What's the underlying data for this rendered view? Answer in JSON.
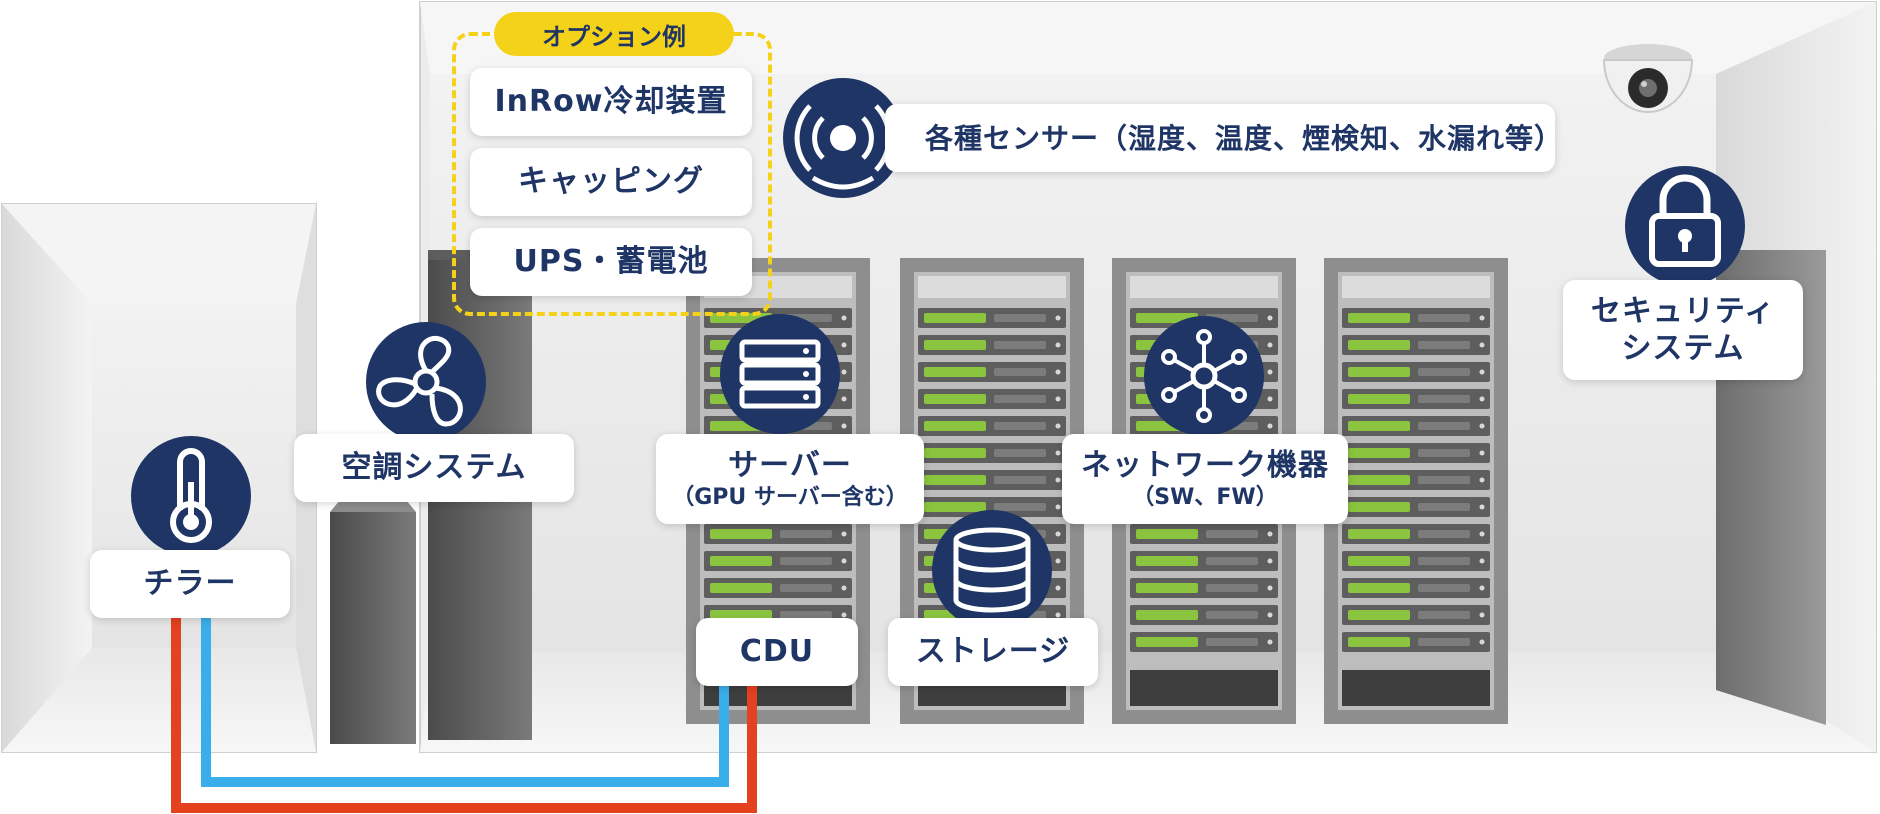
{
  "option_group": {
    "header": "オプション例",
    "items": [
      "InRow冷却装置",
      "キャッピング",
      "UPS・蓄電池"
    ]
  },
  "labels": {
    "sensors": "各種センサー（湿度、温度、煙検知、水漏れ等）",
    "security": [
      "セキュリティ",
      "システム"
    ],
    "aircon": "空調システム",
    "chiller": "チラー",
    "server": "サーバー",
    "server_sub": "（GPU サーバー含む）",
    "network": "ネットワーク機器",
    "network_sub": "（SW、FW）",
    "cdu": "CDU",
    "storage": "ストレージ"
  },
  "icons": {
    "sensors": "wireless-sensor-icon",
    "security": "padlock-icon",
    "aircon": "fan-icon",
    "chiller": "thermometer-icon",
    "server": "server-icon",
    "network": "network-hub-icon",
    "storage": "database-icon",
    "camera": "security-camera-icon"
  },
  "colors": {
    "navy": "#1f3566",
    "option_yellow": "#f5d21a",
    "supply_pipe": "#3aaeea",
    "return_pipe": "#e4411f",
    "rack_led": "#8bc53f"
  }
}
